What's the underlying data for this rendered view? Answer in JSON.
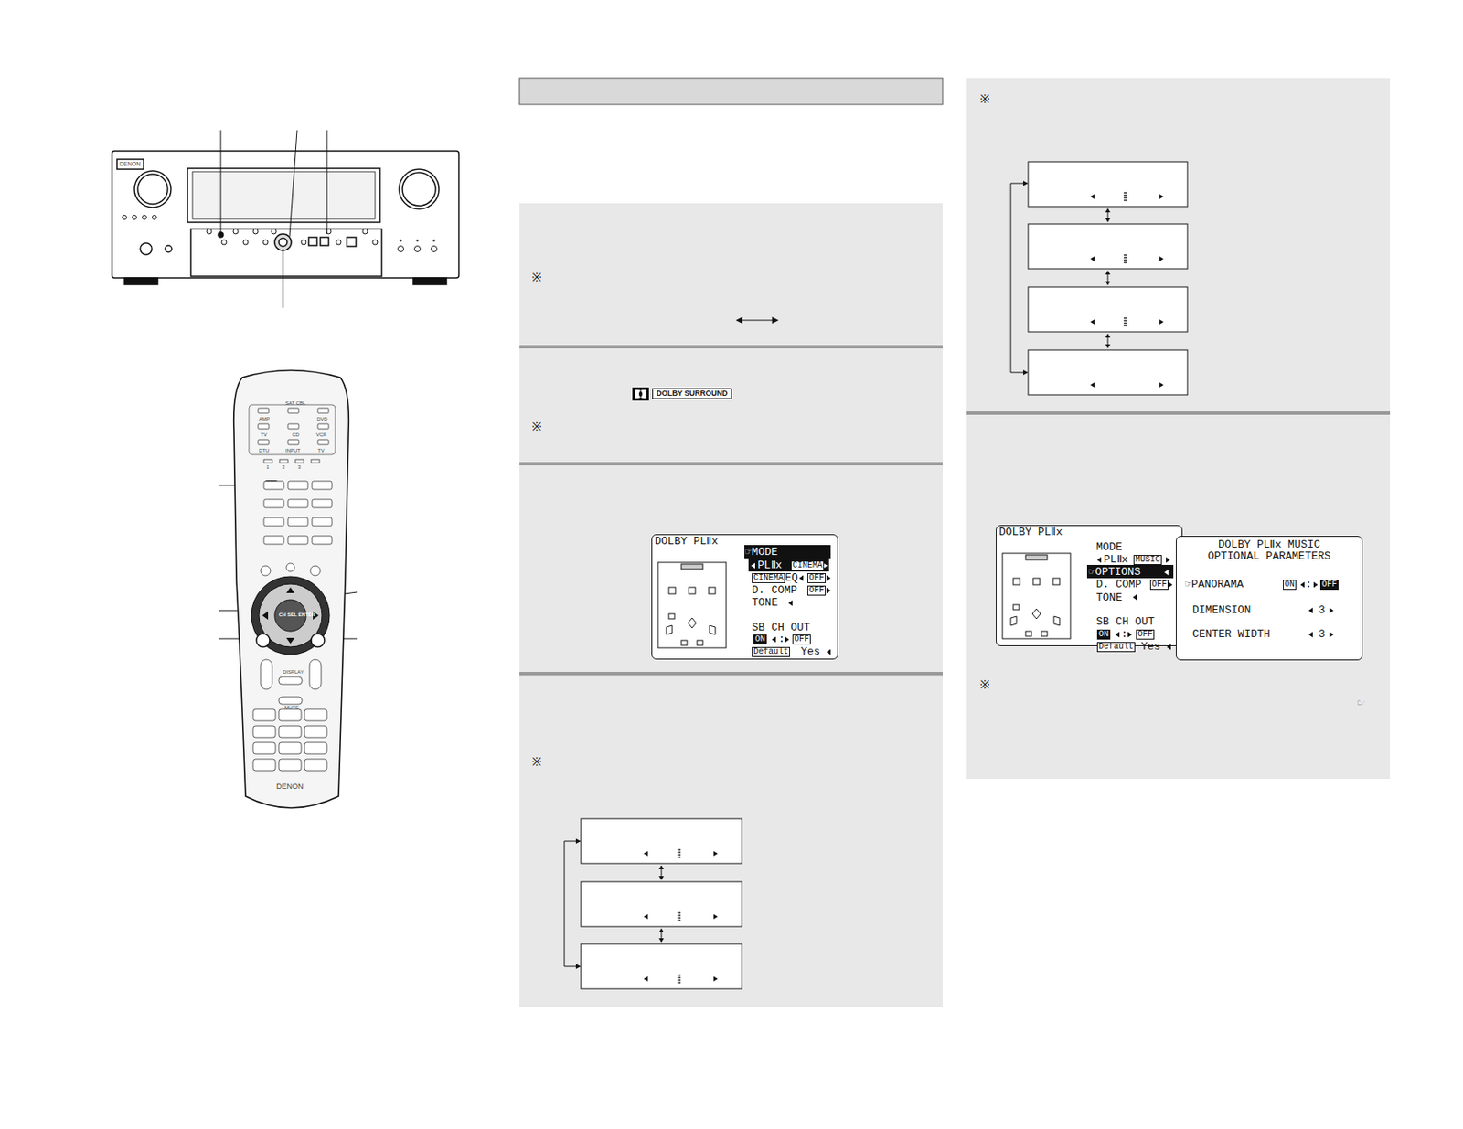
{
  "diagram": {
    "nodes": [
      {
        "text": [
          "DOLBY PLⅡx"
        ]
      },
      {
        "text": [
          "DOLBY PLⅡx"
        ]
      },
      {
        "text": [
          "DOLBY PLⅡx MUSIC OPTIONAL PARAMETERS"
        ]
      }
    ],
    "labels": [
      "※",
      "DOLBY SURROUND",
      "※",
      "☞MODE",
      "PLⅡx",
      "CINEMA",
      "CINEMA",
      "EQ",
      "OFF",
      "D. COMP",
      "OFF",
      "TONE",
      "SB CH OUT",
      "ON",
      ":",
      "OFF",
      "Default",
      "Yes",
      "※",
      "※",
      "MODE",
      "PLⅡx",
      "MUSIC",
      "☞OPTIONS",
      "D. COMP",
      "OFF",
      "TONE",
      "SB CH OUT",
      "ON",
      ":",
      "OFF",
      "Default",
      "Yes",
      "☞PANORAMA",
      "ON",
      ":",
      "OFF",
      "DIMENSION",
      "3",
      "CENTER WIDTH",
      "3",
      "※",
      "☞",
      "DENON",
      "AMP",
      "SAT CBL",
      "DVD",
      "TV",
      "CD",
      "VCR",
      "DTU",
      "INPUT",
      "TV",
      "1",
      "2",
      "3",
      "DISPLAY",
      "MUTE",
      "DENON",
      "CH SEL ENTER"
    ]
  }
}
